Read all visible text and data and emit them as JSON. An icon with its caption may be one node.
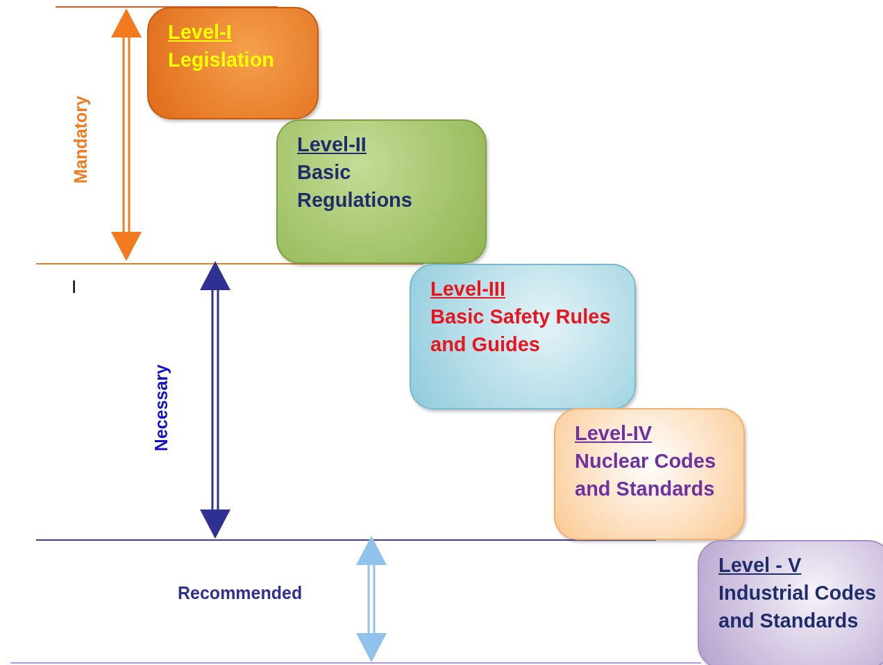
{
  "diagram": {
    "nodes": [
      {
        "text": [
          "Level-I",
          "Legislation"
        ]
      },
      {
        "text": [
          "Level-II",
          "Basic Regulations"
        ]
      },
      {
        "text": [
          "Level-III",
          "Basic Safety Rules and Guides"
        ]
      },
      {
        "text": [
          "Level-IV",
          "Nuclear Codes and Standards"
        ]
      },
      {
        "text": [
          "Level - V",
          "Industrial Codes and Standards"
        ]
      }
    ],
    "labels": [
      "Mandatory",
      "I",
      "Necessary",
      "Recommended"
    ]
  }
}
